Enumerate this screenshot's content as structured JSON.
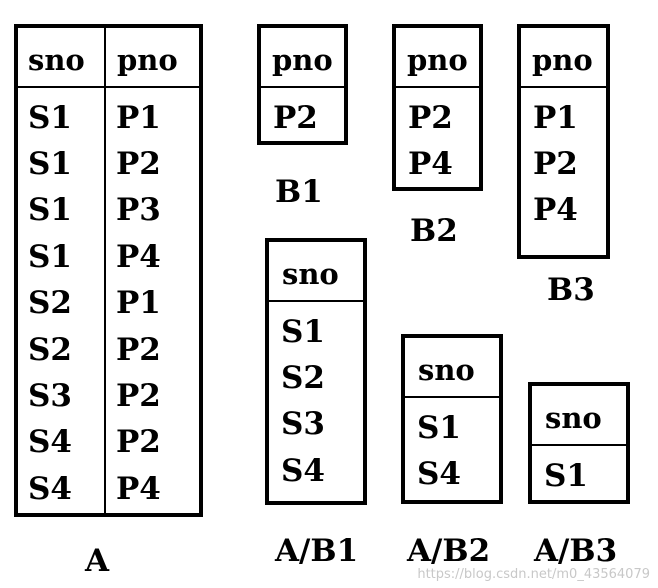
{
  "tables": {
    "A": {
      "headers": [
        "sno",
        "pno"
      ],
      "rows": [
        [
          "S1",
          "P1"
        ],
        [
          "S1",
          "P2"
        ],
        [
          "S1",
          "P3"
        ],
        [
          "S1",
          "P4"
        ],
        [
          "S2",
          "P1"
        ],
        [
          "S2",
          "P2"
        ],
        [
          "S3",
          "P2"
        ],
        [
          "S4",
          "P2"
        ],
        [
          "S4",
          "P4"
        ]
      ],
      "caption": "A"
    },
    "B1": {
      "headers": [
        "pno"
      ],
      "rows": [
        [
          "P2"
        ]
      ],
      "caption": "B1"
    },
    "B2": {
      "headers": [
        "pno"
      ],
      "rows": [
        [
          "P2"
        ],
        [
          "P4"
        ]
      ],
      "caption": "B2"
    },
    "B3": {
      "headers": [
        "pno"
      ],
      "rows": [
        [
          "P1"
        ],
        [
          "P2"
        ],
        [
          "P4"
        ]
      ],
      "caption": "B3"
    },
    "AB1": {
      "headers": [
        "sno"
      ],
      "rows": [
        [
          "S1"
        ],
        [
          "S2"
        ],
        [
          "S3"
        ],
        [
          "S4"
        ]
      ],
      "caption": "A/B1"
    },
    "AB2": {
      "headers": [
        "sno"
      ],
      "rows": [
        [
          "S1"
        ],
        [
          "S4"
        ]
      ],
      "caption": "A/B2"
    },
    "AB3": {
      "headers": [
        "sno"
      ],
      "rows": [
        [
          "S1"
        ]
      ],
      "caption": "A/B3"
    }
  },
  "watermark": "https://blog.csdn.net/m0_43564079"
}
